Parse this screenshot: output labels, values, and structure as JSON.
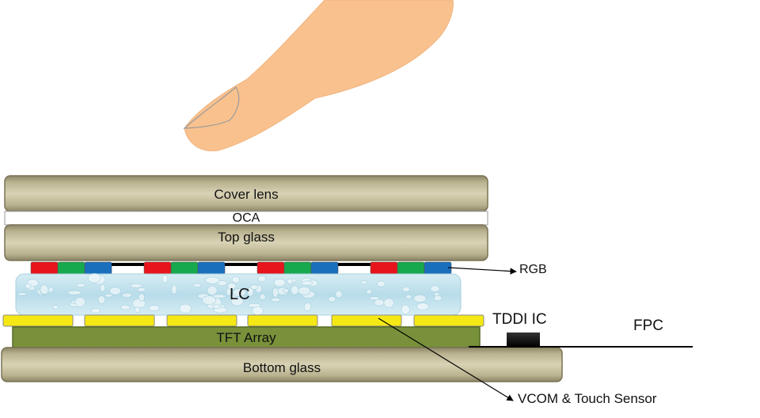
{
  "layers": {
    "cover_lens": "Cover lens",
    "oca": "OCA",
    "top_glass": "Top glass",
    "lc": "LC",
    "tft_array": "TFT  Array",
    "bottom_glass": "Bottom glass"
  },
  "callouts": {
    "rgb": "RGB",
    "tddi_ic": "TDDI IC",
    "fpc": "FPC",
    "vcom": "VCOM & Touch Sensor"
  },
  "colors": {
    "glass": "#b5ad89",
    "glass_edge": "#7a7356",
    "skin": "#f9c18e",
    "tft": "#78913a",
    "sensor_yellow": "#f5e814",
    "lc_blue": "#c4e3ee",
    "red": "#e8141b",
    "green": "#17a94d",
    "blue": "#1a6fbd"
  },
  "color_filter_pattern": [
    "red",
    "green",
    "blue",
    "black"
  ]
}
